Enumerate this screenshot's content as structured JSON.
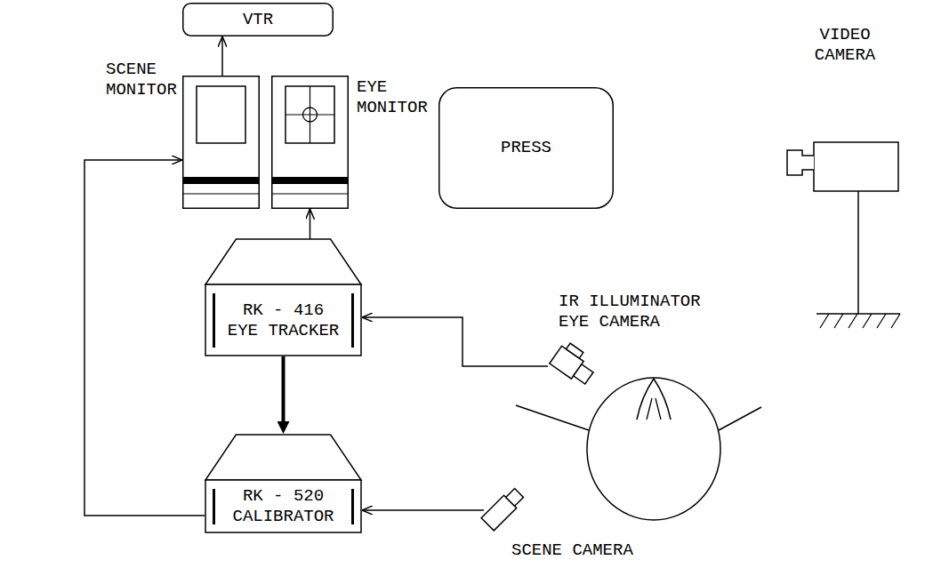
{
  "diagram": {
    "nodes": [
      {
        "text": [
          "VTR"
        ]
      },
      {
        "text": [
          "SCENE MONITOR"
        ]
      },
      {
        "text": [
          "EYE MONITOR"
        ]
      },
      {
        "text": [
          "PRESS"
        ]
      },
      {
        "text": [
          "VIDEO CAMERA"
        ]
      },
      {
        "text": [
          "RK - 416 EYE TRACKER"
        ]
      },
      {
        "text": [
          "IR ILLUMINATOR EYE CAMERA"
        ]
      },
      {
        "text": [
          "RK - 520 CALIBRATOR"
        ]
      },
      {
        "text": [
          "SCENE CAMERA"
        ]
      }
    ],
    "edges": [
      {
        "from": 1,
        "to": 0,
        "arrow": "to"
      },
      {
        "from": 5,
        "to": 2,
        "arrow": "to"
      },
      {
        "from": 6,
        "to": 5,
        "arrow": "to"
      },
      {
        "from": 5,
        "to": 7,
        "arrow": "to"
      },
      {
        "from": 8,
        "to": 7,
        "arrow": "to"
      },
      {
        "from": 7,
        "to": 1,
        "arrow": "to"
      }
    ]
  }
}
